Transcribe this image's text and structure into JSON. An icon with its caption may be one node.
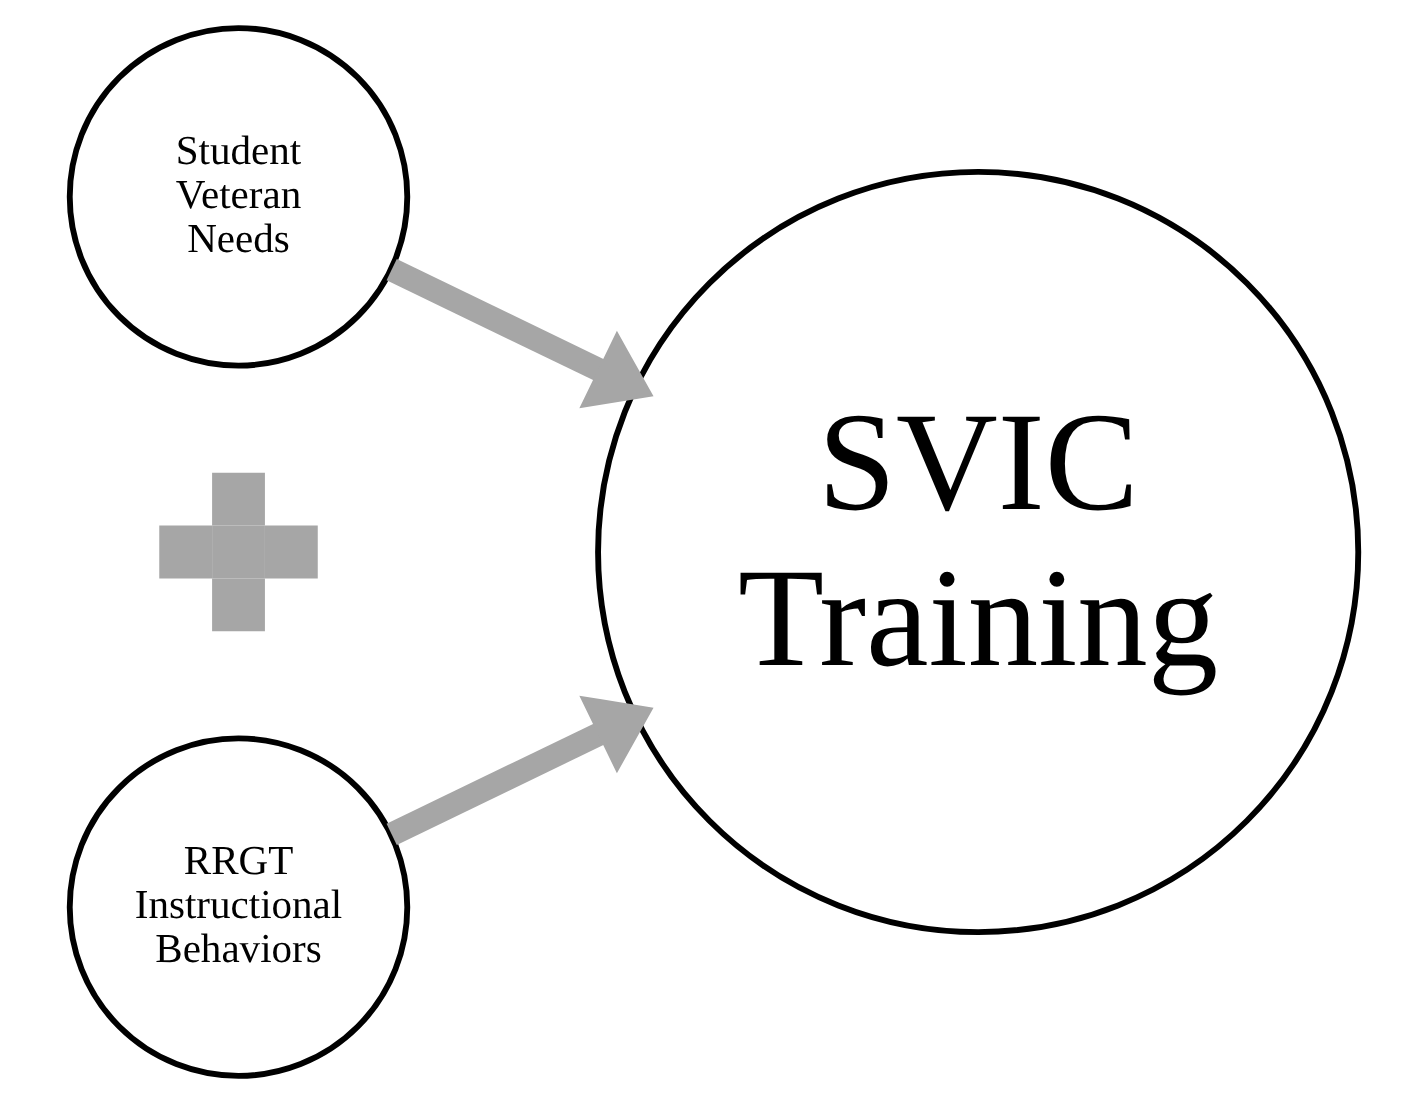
{
  "diagram": {
    "nodes": [
      {
        "text": [
          "Student Veteran Needs"
        ]
      },
      {
        "text": [
          "RRGT Instructional Behaviors"
        ]
      },
      {
        "text": [
          "SVIC Training"
        ]
      },
      {
        "text": [],
        "shape": "plus"
      }
    ],
    "edges": [
      {
        "from": 0,
        "to": 2,
        "arrow": "to"
      },
      {
        "from": 1,
        "to": 2,
        "arrow": "to"
      }
    ]
  }
}
